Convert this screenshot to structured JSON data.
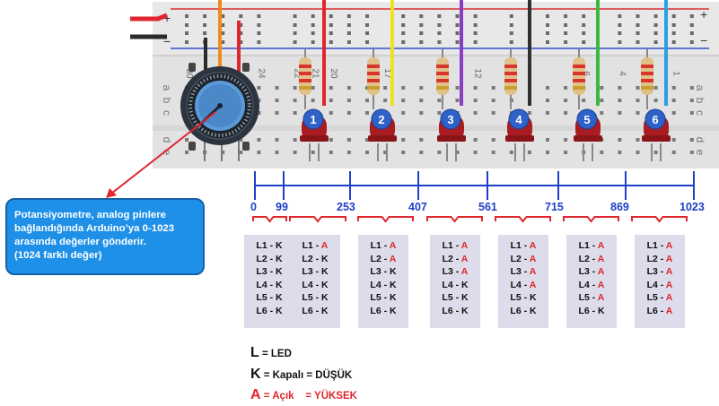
{
  "callout": {
    "lines": [
      "Potansiyometre, analog pinlere",
      "bağlandığında Arduino’ya 0-1023",
      "arasında değerler gönderir.",
      "(1024 farklı değer)"
    ]
  },
  "rail_symbols": {
    "plus_top": "+",
    "minus_top": "−",
    "plus_right": "+",
    "minus_right": "−"
  },
  "column_numbers": [
    "30",
    "",
    "26",
    "",
    "24",
    "",
    "22",
    "21",
    "20",
    "",
    "18",
    "17",
    "",
    "",
    "",
    "",
    "12",
    "",
    "",
    "",
    "",
    "",
    "6",
    "",
    "4",
    "",
    "",
    "1"
  ],
  "row_letters": [
    "a",
    "b",
    "c",
    "d",
    "e"
  ],
  "leds": [
    {
      "label": "1",
      "wire_color": "#e0262e"
    },
    {
      "label": "2",
      "wire_color": "#f0e020"
    },
    {
      "label": "3",
      "wire_color": "#8a3cc8"
    },
    {
      "label": "4",
      "wire_color": "#303030"
    },
    {
      "label": "5",
      "wire_color": "#3cb83c"
    },
    {
      "label": "6",
      "wire_color": "#2aa0e0"
    }
  ],
  "scale_values": [
    "0",
    "99",
    "253",
    "407",
    "561",
    "715",
    "869",
    "1023"
  ],
  "ranges": [
    {
      "states": [
        "K",
        "K",
        "K",
        "K",
        "K",
        "K"
      ]
    },
    {
      "states": [
        "A",
        "K",
        "K",
        "K",
        "K",
        "K"
      ]
    },
    {
      "states": [
        "A",
        "A",
        "K",
        "K",
        "K",
        "K"
      ]
    },
    {
      "states": [
        "A",
        "A",
        "A",
        "K",
        "K",
        "K"
      ]
    },
    {
      "states": [
        "A",
        "A",
        "A",
        "A",
        "K",
        "K"
      ]
    },
    {
      "states": [
        "A",
        "A",
        "A",
        "A",
        "A",
        "K"
      ]
    },
    {
      "states": [
        "A",
        "A",
        "A",
        "A",
        "A",
        "A"
      ]
    }
  ],
  "led_prefix": [
    "L1 - ",
    "L2 - ",
    "L3 - ",
    "L4 - ",
    "L5 - ",
    "L6 - "
  ],
  "legend": {
    "l_letter": "L",
    "l_eq": " = ",
    "l_text": "LED",
    "k_letter": "K",
    "k_eq": " = ",
    "k_text": "Kapalı = DÜŞÜK",
    "a_letter": "A",
    "a_eq": " = ",
    "a_text": "Açık    = YÜKSEK"
  },
  "colors": {
    "accent_blue": "#1f3fc8",
    "state_on": "#e0262e",
    "callout_bg": "#1e90e8",
    "panel_bg": "#dcdcea",
    "board": "#e3e3e3"
  }
}
